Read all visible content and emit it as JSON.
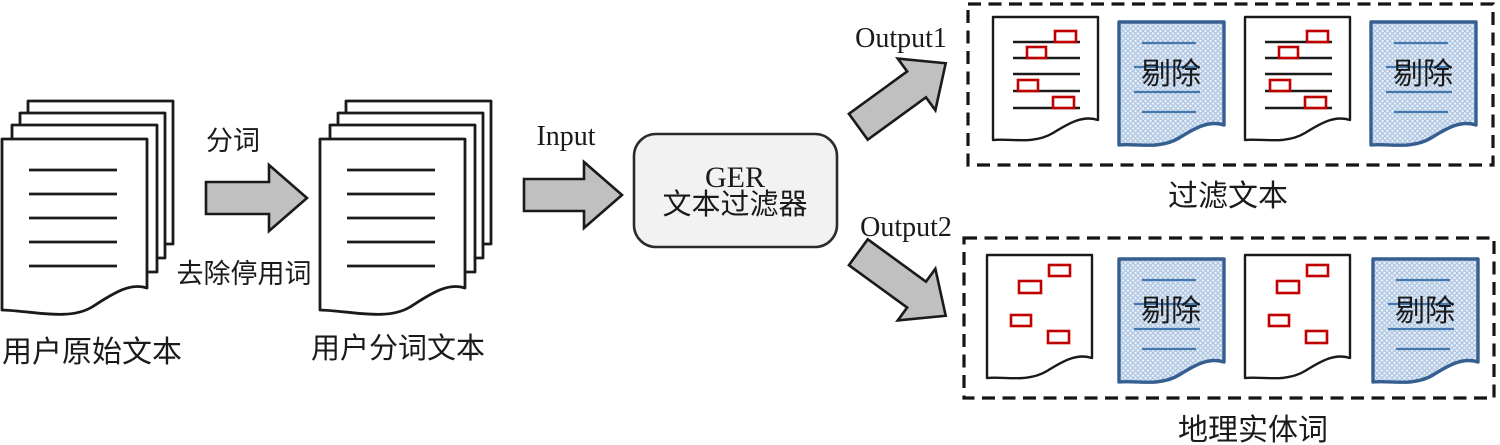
{
  "pipeline": {
    "source": {
      "label": "用户原始文本"
    },
    "segmented": {
      "label": "用户分词文本"
    },
    "step1": {
      "above": "分词",
      "below": "去除停用词"
    },
    "input": {
      "label": "Input"
    },
    "filter": {
      "title": "GER",
      "subtitle": "文本过滤器"
    },
    "output1": {
      "label": "Output1",
      "caption": "过滤文本",
      "removed": "剔除"
    },
    "output2": {
      "label": "Output2",
      "caption": "地理实体词",
      "removed": "剔除"
    }
  },
  "colors": {
    "ink": "#1a1a1a",
    "arrow-fill": "#c0c0c0",
    "filter-box-fill": "#f2f2f2",
    "highlight-red": "#c00000",
    "removed-border-blue": "#365f91",
    "removed-line-blue": "#4377ad",
    "removed-fill-blue": "#e9eff8",
    "removed-hatch-blue": "#aec6e1"
  }
}
